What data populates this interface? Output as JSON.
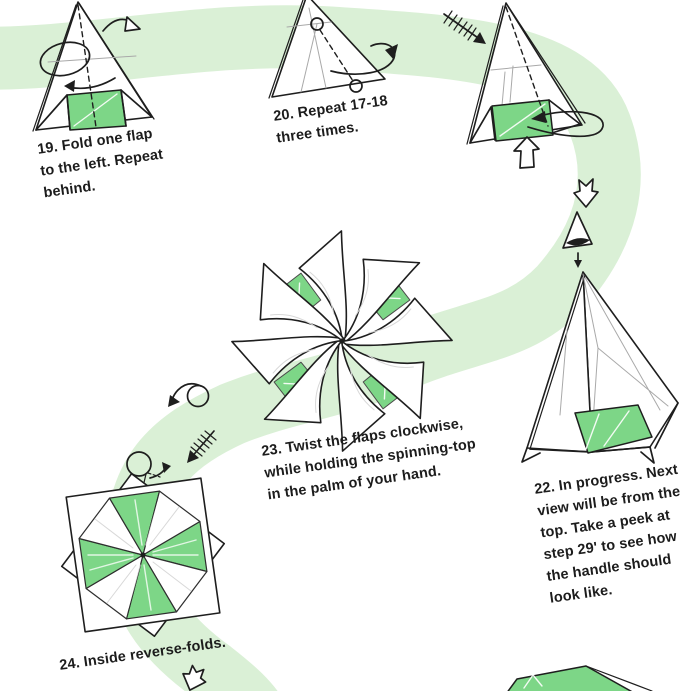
{
  "palette": {
    "background": "#ffffff",
    "path_green": "#daf0d6",
    "paper_green": "#7dd687",
    "line": "#1e1e1e",
    "text": "#1c1c1c"
  },
  "steps": {
    "s19": {
      "caption": "19. Fold one flap\nto the left. Repeat\nbehind."
    },
    "s20": {
      "caption": "20. Repeat 17-18\nthree times."
    },
    "s22": {
      "caption": "22. In progress. Next\nview will be from the\ntop. Take a peek at\nstep 29' to see how\nthe handle should\nlook like."
    },
    "s23": {
      "caption": "23. Twist the flaps clockwise,\nwhile holding the spinning-top\nin the palm of your hand."
    },
    "s24": {
      "caption": "24. Inside reverse-folds."
    }
  },
  "icons": {
    "instruction-path-band": "winding light-green route connecting steps",
    "wrap-arrow-icon": "ellipse loop arrow around cone",
    "swing-arrow-icon": "curved arrow pointing left",
    "flip-arrow-icon": "curved arrow with hollow head",
    "fold-arrow-icon": "sweeping curved arrow",
    "pivot-circle": "small circle fold mark",
    "hatched-repeat-arrow-icon": "arrow with hatched shaft (repeat fold)",
    "tuck-arrow-icon": "looping arrow into pocket",
    "push-arrow-icon": "hollow arrow pointing up",
    "hollow-down-arrow-icon": "hollow notched arrow pointing down",
    "view-direction-arrow-icon": "outlined arrowhead with small stem arrow",
    "rotate-arrow-icon": "circle with curled arrow tail",
    "handle-loop-icon": "small loop forming the handle",
    "curl-arrow-icon": "tiny curved arrow",
    "path-bottom-arrow-icon": "hollow arrow where route exits page"
  }
}
